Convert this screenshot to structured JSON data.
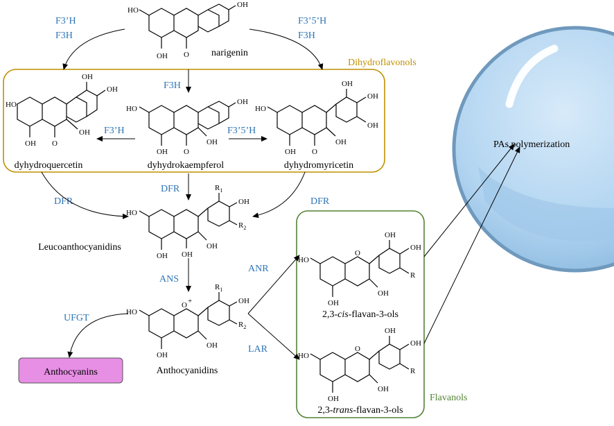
{
  "enzymes": {
    "f3h_prime_left": "F3’H",
    "f3h_left": "F3H",
    "f35h_right": "F3’5’H",
    "f3h_right": "F3H",
    "f3h_center": "F3H",
    "f3h_prime_mid": "F3’H",
    "f35h_mid": "F3’5’H",
    "dfr_left": "DFR",
    "dfr_center": "DFR",
    "dfr_right": "DFR",
    "ans": "ANS",
    "ufgt": "UFGT",
    "anr": "ANR",
    "lar": "LAR"
  },
  "compounds": {
    "narigenin": "narigenin",
    "dyhydroquercetin": "dyhydroquercetin",
    "dyhydrokaempferol": "dyhydrokaempferol",
    "dyhydromyricetin": "dyhydromyricetin",
    "leucoanthocyanidins": "Leucoanthocyanidins",
    "anthocyanidins": "Anthocyanidins",
    "anthocyanins": "Anthocyanins",
    "cis_prefix": "2,3-",
    "cis_italic": "cis",
    "cis_suffix": "-flavan-3-ols",
    "trans_prefix": "2,3-",
    "trans_italic": "trans",
    "trans_suffix": "-flavan-3-ols"
  },
  "groups": {
    "dihydroflavonols": "Dihydroflavonols",
    "flavanols": "Flavanols"
  },
  "polymerization": "PAs polymerization",
  "atoms": {
    "oh": "OH",
    "ho": "HO",
    "o": "O",
    "r": "R",
    "r1": "R",
    "r1_sub": "1",
    "r2": "R",
    "r2_sub": "2",
    "plus": "+"
  },
  "colors": {
    "enzyme_text": "#2e75b6",
    "dihydroflavonols_box": "#bf8f00",
    "flavanols_box": "#548235",
    "anthocyanins_fill": "#e78ee5",
    "sphere": "#a9cfee"
  }
}
